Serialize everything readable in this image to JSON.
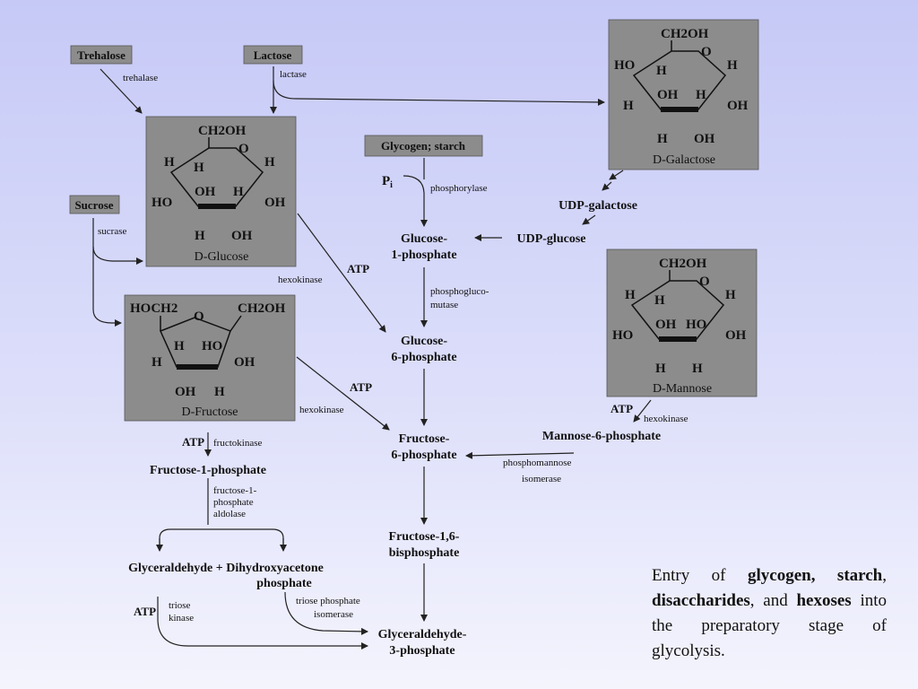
{
  "sugars": {
    "galactose": {
      "ring_top": "CH2OH",
      "ring_o": "O",
      "sub": [
        "HO",
        "H",
        "H",
        "OH",
        "H",
        "OH",
        "H",
        "H",
        "OH"
      ],
      "name": "D-Galactose"
    },
    "glucose": {
      "ring_top": "CH2OH",
      "ring_o": "O",
      "sub": [
        "H",
        "H",
        "H",
        "OH",
        "H",
        "HO",
        "OH",
        "H",
        "OH"
      ],
      "name": "D-Glucose"
    },
    "mannose": {
      "ring_top": "CH2OH",
      "ring_o": "O",
      "sub": [
        "H",
        "H",
        "H",
        "OH",
        "HO",
        "HO",
        "OH",
        "H",
        "H"
      ],
      "name": "D-Mannose"
    },
    "fructose": {
      "left_top": "HOCH2",
      "right_top": "CH2OH",
      "ring_o": "O",
      "sub": [
        "H",
        "HO",
        "H",
        "OH",
        "OH",
        "H"
      ],
      "name": "D-Fructose"
    }
  },
  "tags": {
    "trehalose": "Trehalose",
    "lactose": "Lactose",
    "sucrose": "Sucrose",
    "glycogen": "Glycogen; starch"
  },
  "enzymes": {
    "trehalase": "trehalase",
    "lactase": "lactase",
    "sucrase": "sucrase",
    "phosphorylase": "phosphorylase",
    "pi": "P",
    "pi_sub": "i",
    "hexokinase_glc": "hexokinase",
    "atp_glc": "ATP",
    "hexokinase_fru": "hexokinase",
    "atp_fru": "ATP",
    "fructokinase": "fructokinase",
    "atp_fk": "ATP",
    "phosphoglucomutase_1": "phosphogluco-",
    "phosphoglucomutase_2": "mutase",
    "hexokinase_man": "hexokinase",
    "atp_man": "ATP",
    "pmi_1": "phosphomannose",
    "pmi_2": "isomerase",
    "aldolase_1": "fructose-1-",
    "aldolase_2": "phosphate",
    "aldolase_3": "aldolase",
    "triose_kinase_1": "triose",
    "triose_kinase_2": "kinase",
    "atp_tk": "ATP",
    "tpi_1": "triose phosphate",
    "tpi_2": "isomerase"
  },
  "metabolites": {
    "udp_galactose": "UDP-galactose",
    "udp_glucose": "UDP-glucose",
    "g1p_1": "Glucose-",
    "g1p_2": "1-phosphate",
    "g6p_1": "Glucose-",
    "g6p_2": "6-phosphate",
    "f6p_1": "Fructose-",
    "f6p_2": "6-phosphate",
    "m6p": "Mannose-6-phosphate",
    "f1p": "Fructose-1-phosphate",
    "f16bp_1": "Fructose-1,6-",
    "f16bp_2": "bisphosphate",
    "gald_dhap_1": "Glyceraldehyde + Dihydroxyacetone",
    "gald_dhap_2": "phosphate",
    "g3p_1": "Glyceraldehyde-",
    "g3p_2": "3-phosphate"
  },
  "caption": {
    "t1": "Entry of ",
    "b1": "glycogen, starch",
    "t2": ", ",
    "b2": "disaccharides",
    "t3": ", and ",
    "b3": "hexoses",
    "t4": " into the preparatory stage of glycolysis."
  }
}
